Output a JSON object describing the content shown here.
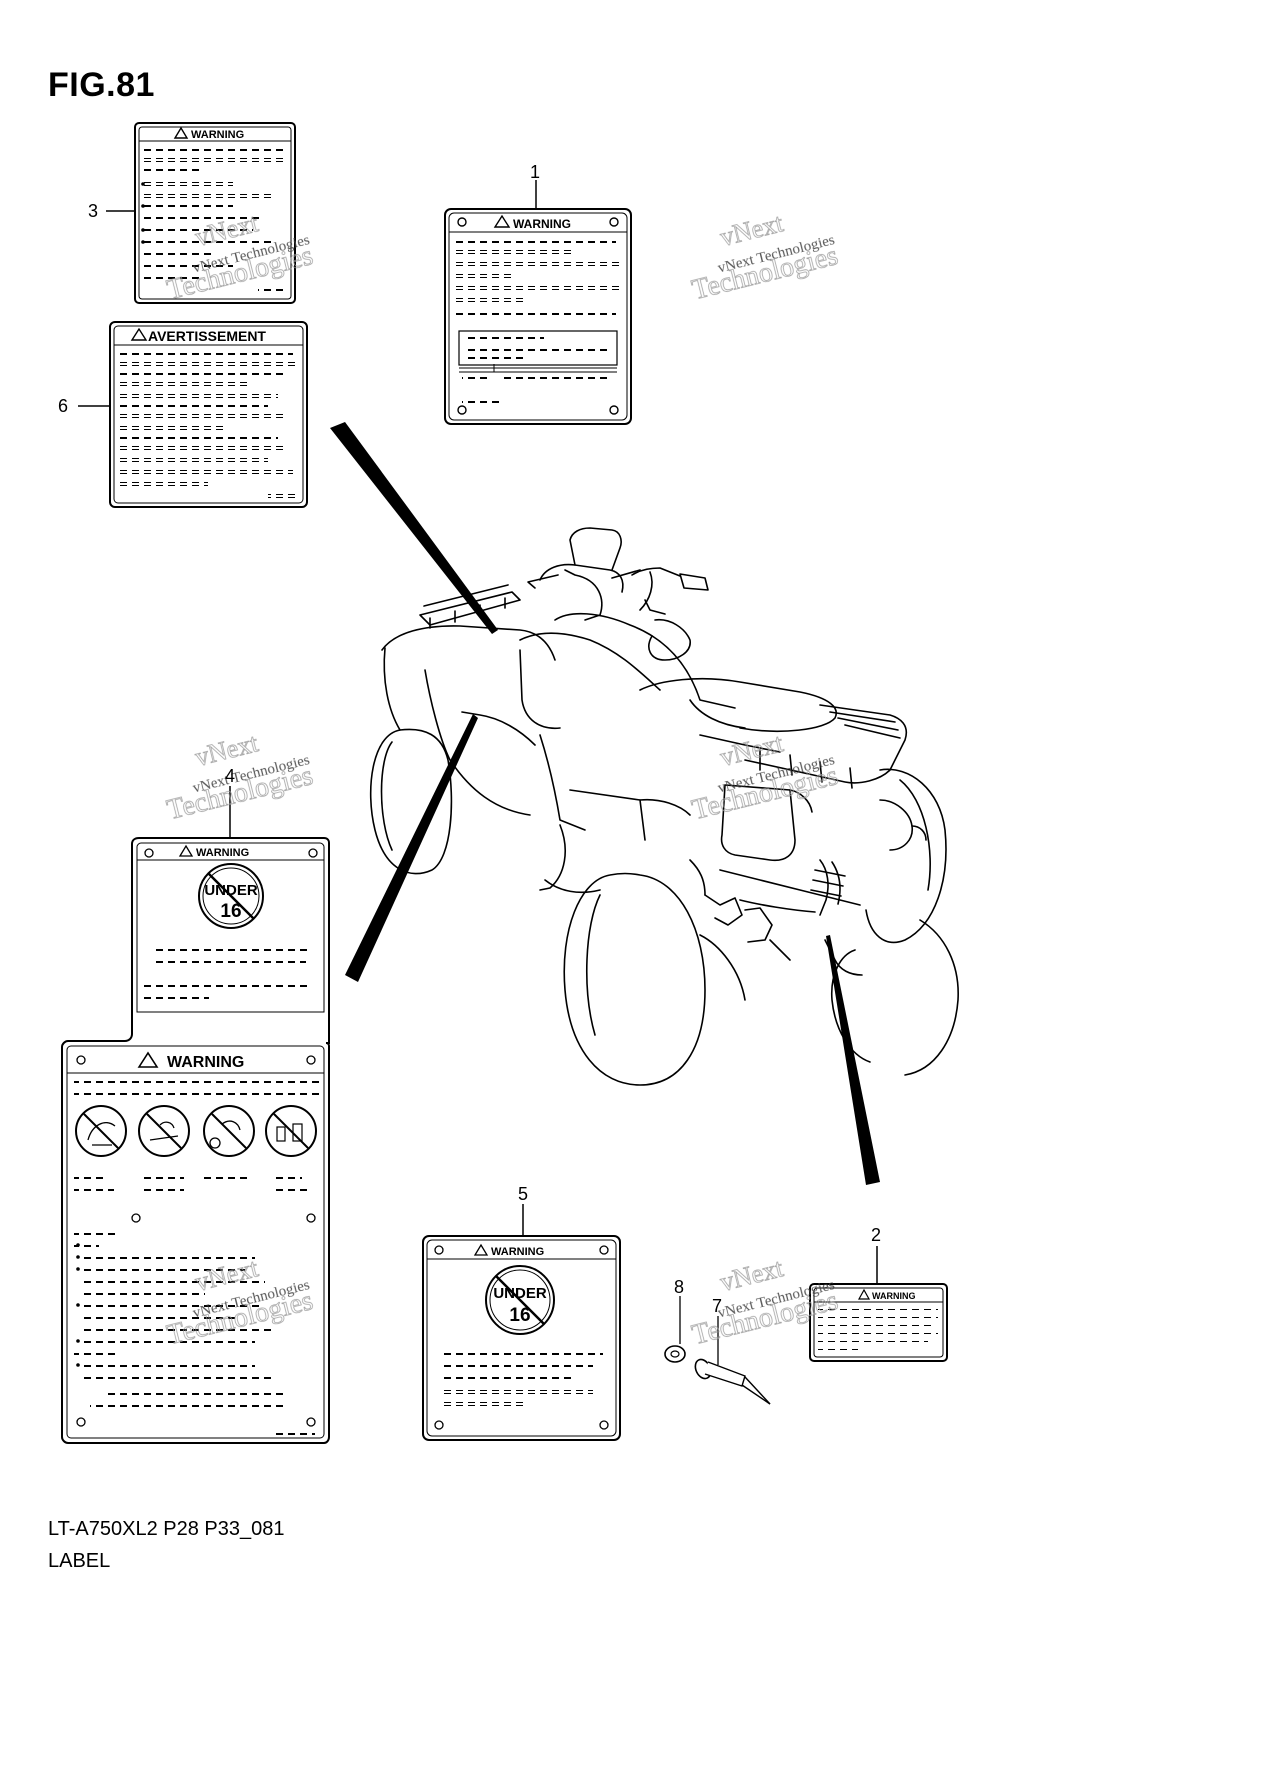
{
  "figure": {
    "title": "FIG.81",
    "diagram_code": "LT-A750XL2 P28 P33_081",
    "diagram_name": "LABEL"
  },
  "callouts": [
    "1",
    "2",
    "3",
    "4",
    "5",
    "6",
    "7",
    "8"
  ],
  "labels": {
    "label_1": {
      "header": "WARNING"
    },
    "label_2": {
      "header": "WARNING"
    },
    "label_3": {
      "header": "WARNING"
    },
    "label_4": {
      "header_top": "WARNING",
      "badge_line1": "UNDER",
      "badge_line2": "16",
      "header_bottom": "WARNING"
    },
    "label_5": {
      "header": "WARNING",
      "badge_line1": "UNDER",
      "badge_line2": "16"
    },
    "label_6": {
      "header": "AVERTISSEMENT"
    }
  },
  "watermark": {
    "line1": "vNext",
    "line2": "vNext Technologies",
    "line3": "Technologies"
  },
  "icons": [
    "warning-triangle-icon",
    "no-rider-under-16-icon",
    "no-passenger-icon",
    "no-paved-road-icon",
    "no-alcohol-icon",
    "rivet-icon",
    "washer-icon"
  ]
}
